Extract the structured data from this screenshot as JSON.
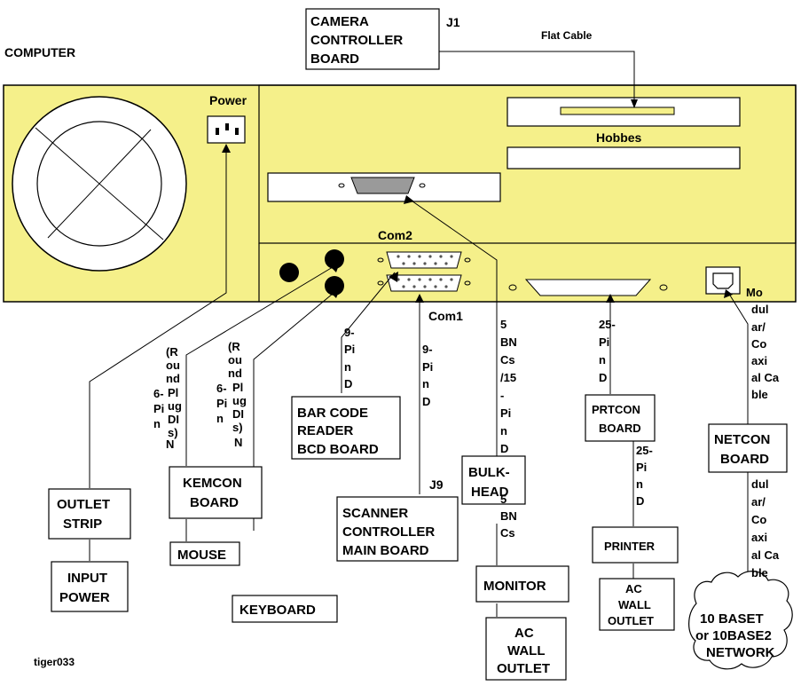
{
  "computer_label": "COMPUTER",
  "footer_id": "tiger033",
  "boards": {
    "camera_controller": [
      "CAMERA",
      "CONTROLLER",
      "BOARD"
    ],
    "j1": "J1",
    "flat_cable": "Flat Cable",
    "power": "Power",
    "hobbes": "Hobbes",
    "com2": "Com2",
    "com1": "Com1",
    "bar_code": [
      "BAR CODE",
      "READER",
      "BCD BOARD"
    ],
    "j9": "J9",
    "scanner": [
      "SCANNER",
      "CONTROLLER",
      "MAIN BOARD"
    ],
    "kemcon": [
      "KEMCON",
      "BOARD"
    ],
    "mouse": "MOUSE",
    "keyboard": "KEYBOARD",
    "outlet_strip": [
      "OUTLET",
      "STRIP"
    ],
    "input_power": [
      "INPUT",
      "POWER"
    ],
    "bulkhead": [
      "BULK-",
      "HEAD"
    ],
    "monitor": "MONITOR",
    "ac_wall_outlet_1": [
      "AC",
      "WALL",
      "OUTLET"
    ],
    "prtcon": [
      "PRTCON",
      "BOARD"
    ],
    "printer": "PRINTER",
    "ac_wall_outlet_2": [
      "AC",
      "WALL",
      "OUTLET"
    ],
    "netcon": [
      "NETCON",
      "BOARD"
    ],
    "network": [
      "10 BASET",
      "or 10BASE2",
      "NETWORK"
    ]
  },
  "cable_labels": {
    "din_1": [
      "(R",
      "ou",
      "nd",
      "6-",
      "Pi",
      "n",
      "N"
    ],
    "din_1b": [
      "Pl",
      "ug",
      "DI",
      "s)"
    ],
    "din_2": [
      "(R",
      "ou",
      "nd",
      "6-",
      "Pi",
      "n",
      "N"
    ],
    "din_2b": [
      "Pl",
      "ug",
      "DI",
      "s)"
    ],
    "com2_cable": [
      "9-",
      "Pi",
      "n",
      "D"
    ],
    "com1_cable": [
      "9-",
      "Pi",
      "n",
      "D"
    ],
    "monitor_cable": [
      "5",
      "BN",
      "Cs",
      "/15",
      "-",
      "Pi",
      "n",
      "D"
    ],
    "monitor_cable_2": [
      "5",
      "BN",
      "Cs"
    ],
    "printer_cable": [
      "25-",
      "Pi",
      "n",
      "D"
    ],
    "printer_cable_2": [
      "25-",
      "Pi",
      "n",
      "D"
    ],
    "net_cable": [
      "Mo",
      "dul",
      "ar/",
      "Co",
      "axi",
      "al Ca",
      "ble"
    ],
    "net_cable_2": [
      "dul",
      "ar/",
      "Co",
      "axi",
      "al Ca",
      "ble"
    ]
  },
  "colors": {
    "chassis": "#F5F08A",
    "board_fill": "#FFFFFF",
    "connector": "#9A9A9A",
    "slot": "#F5F08A"
  }
}
